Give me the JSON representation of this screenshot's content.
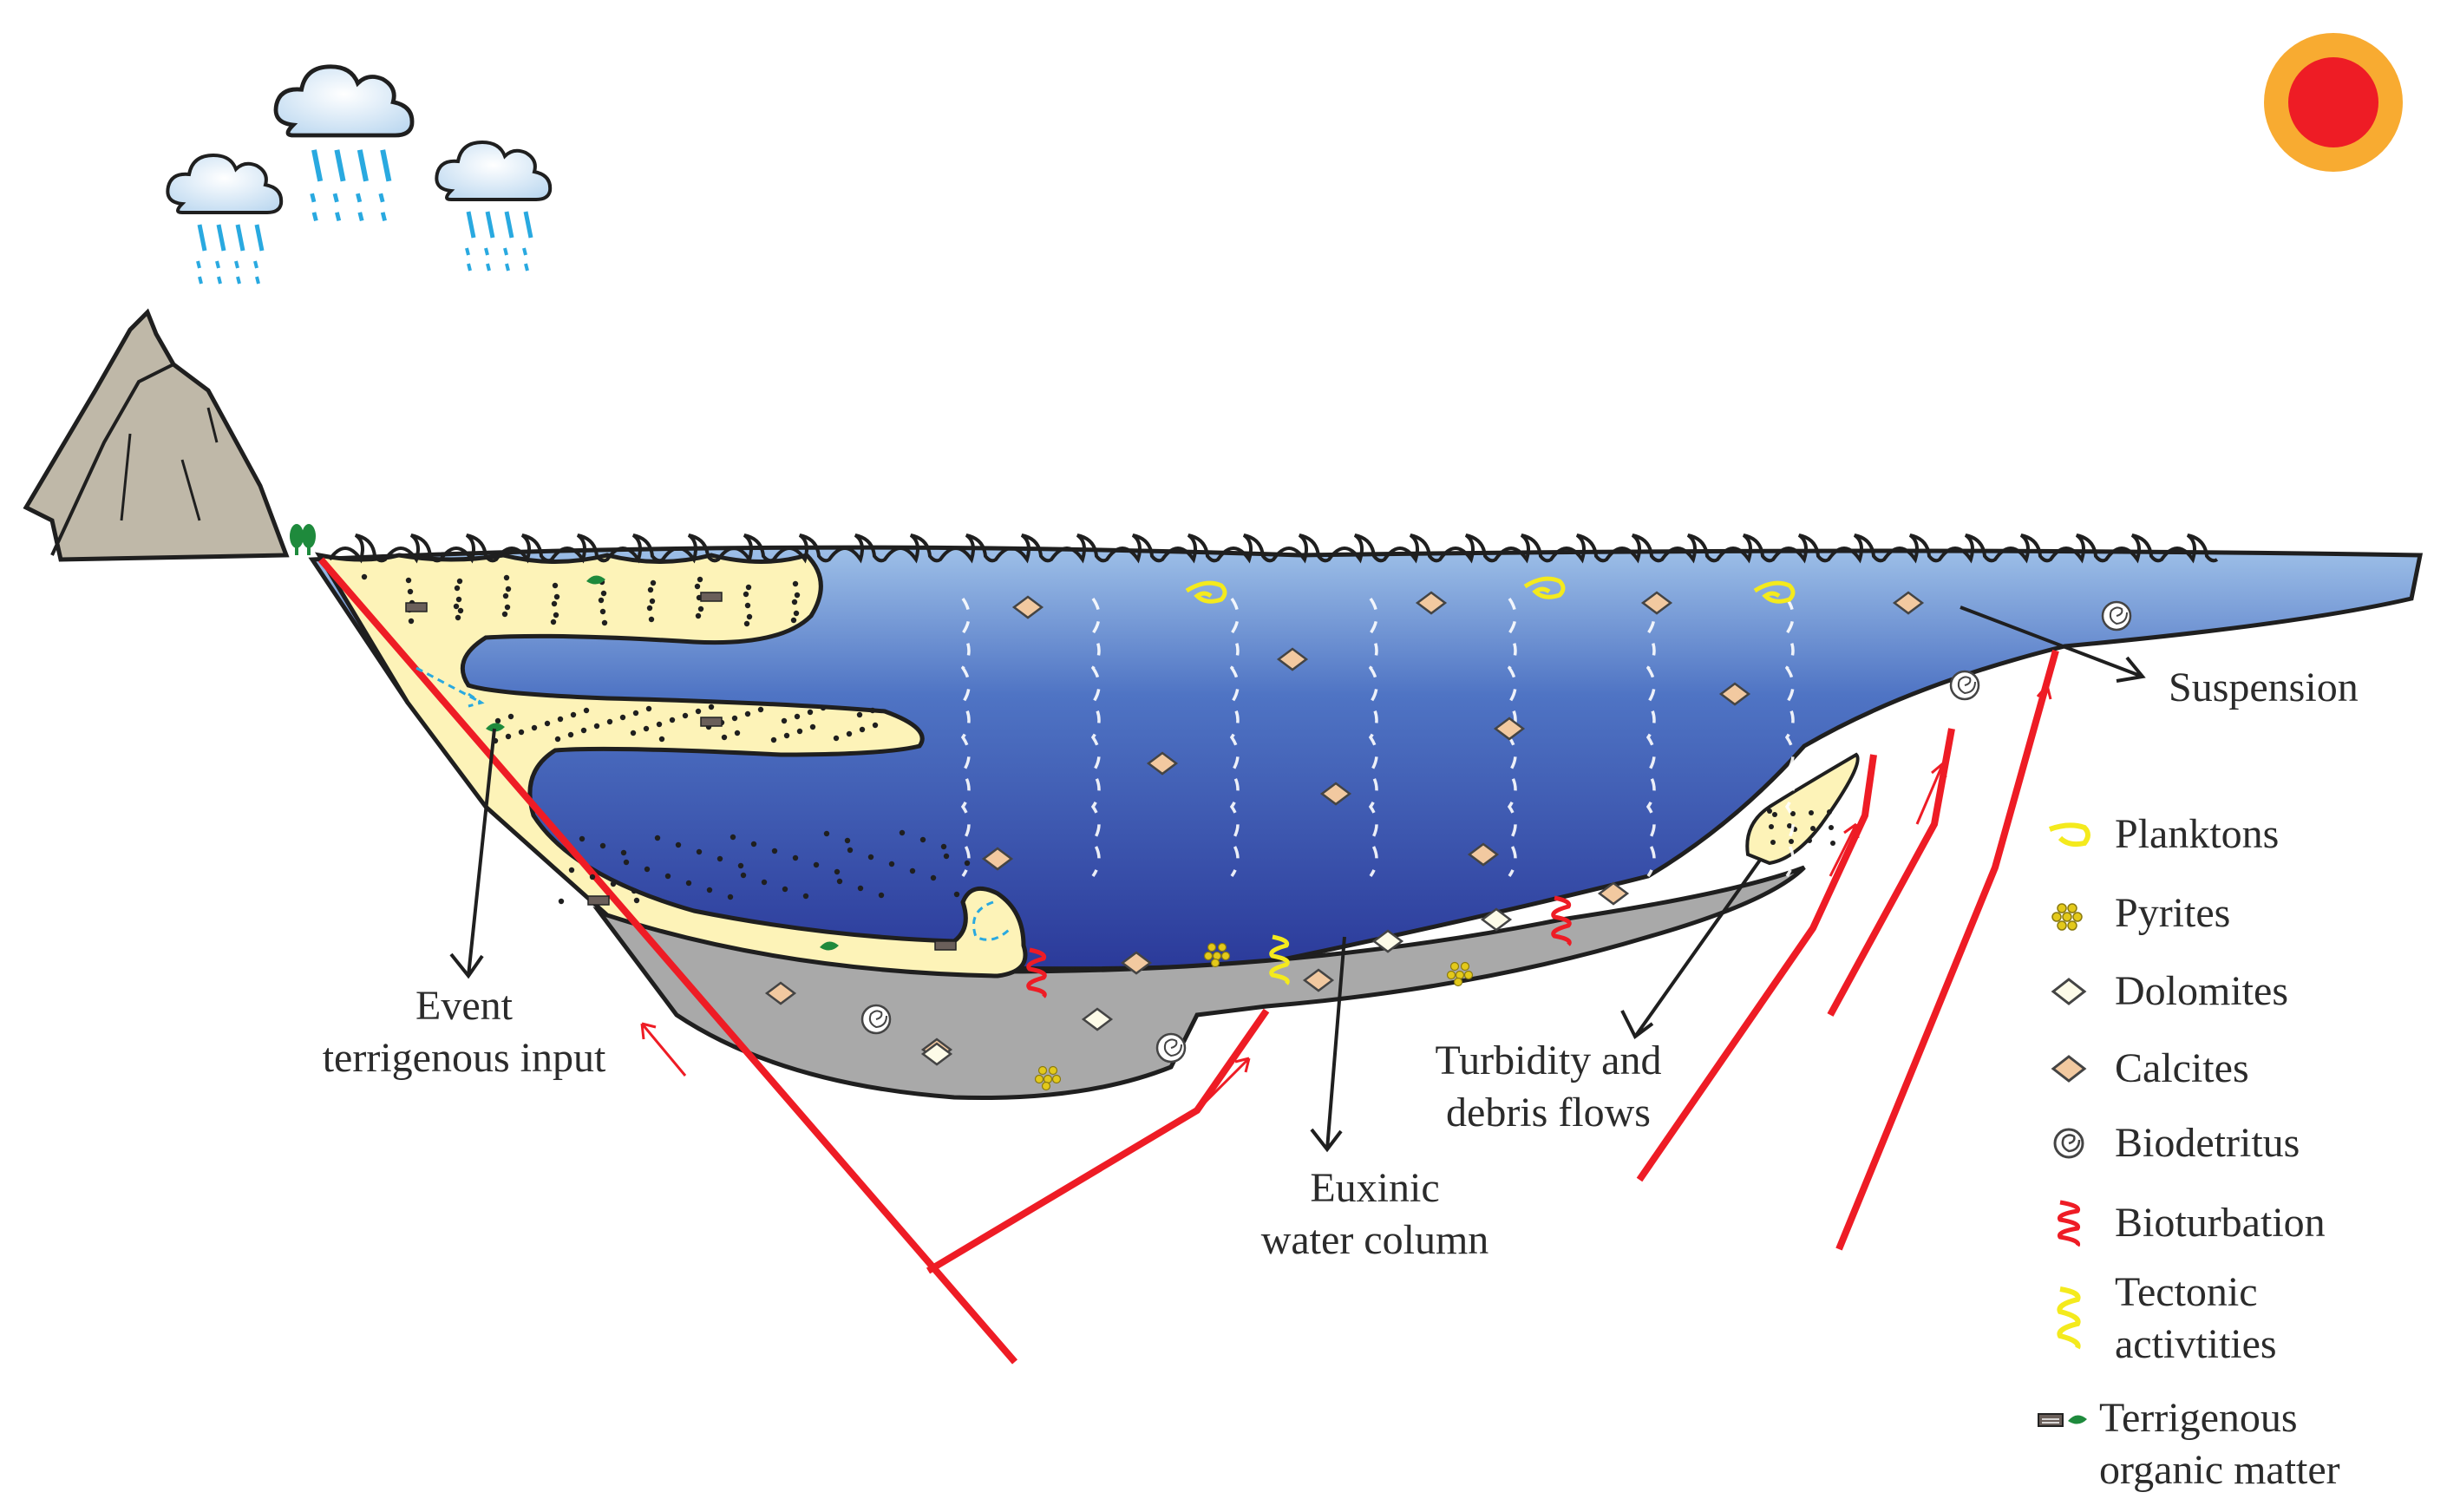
{
  "labels": {
    "suspension": "Suspension",
    "event_line1": "Event",
    "event_line2": "terrigenous input",
    "turbidity_line1": "Turbidity and",
    "turbidity_line2": "debris flows",
    "euxinic_line1": "Euxinic",
    "euxinic_line2": "water column"
  },
  "legend": [
    {
      "icon": "plankton-icon",
      "lines": [
        "Planktons"
      ]
    },
    {
      "icon": "pyrite-icon",
      "lines": [
        "Pyrites"
      ]
    },
    {
      "icon": "dolomite-icon",
      "lines": [
        "Dolomites"
      ]
    },
    {
      "icon": "calcite-icon",
      "lines": [
        "Calcites"
      ]
    },
    {
      "icon": "biodetritus-icon",
      "lines": [
        "Biodetritus"
      ]
    },
    {
      "icon": "bioturbation-icon",
      "lines": [
        "Bioturbation"
      ]
    },
    {
      "icon": "tectonic-icon",
      "lines": [
        "Tectonic",
        "activtities"
      ]
    },
    {
      "icon": "terrigenous-organic-icon",
      "lines": [
        "Terrigenous",
        "organic matter"
      ]
    }
  ],
  "colors": {
    "water_top": "#9ec0e8",
    "water_bottom": "#2b3a9a",
    "sand": "#fdf3b8",
    "mud": "#a9a9a9",
    "fault": "#ee1c25",
    "mountain": "#bfb8a8",
    "rain": "#29a9e0",
    "sun_core": "#ee1c25",
    "sun_rays": "#f7a21b",
    "calcite": "#f2c9a0",
    "dolomite": "#fdfbe8",
    "plankton": "#f4ea1d",
    "pyrite": "#e3c91a",
    "bioturbation": "#ee1c25",
    "tectonic": "#f4ea1d"
  }
}
